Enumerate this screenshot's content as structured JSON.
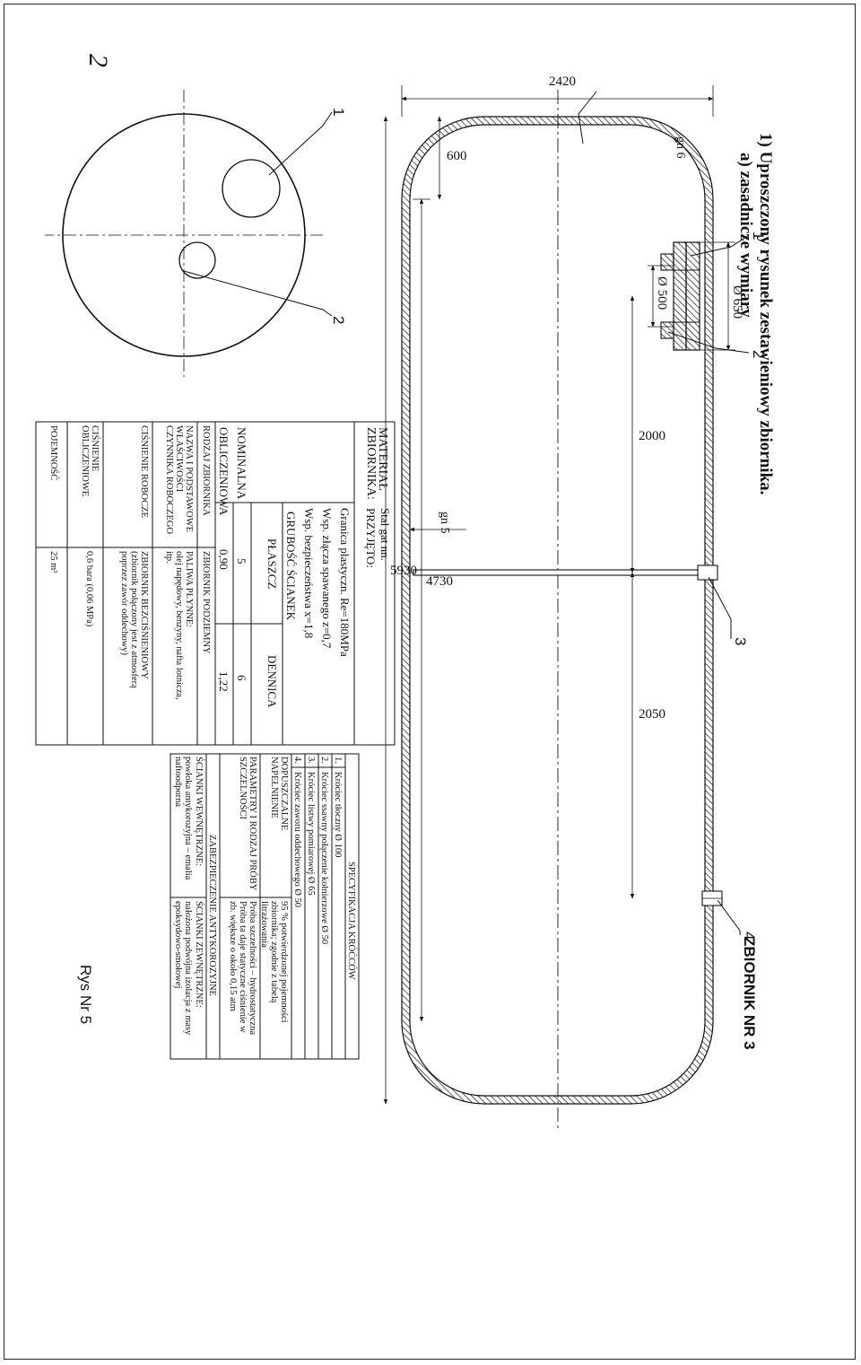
{
  "heading": {
    "corner_mark": "2",
    "line1": "1)  Uproszczony rysunek zestawieniowy  zbiornika.",
    "line2": "a) zasadnicze wymiary"
  },
  "tank": {
    "name": "ZBIORNIK NR 3",
    "figure": "Rys  Nr 5"
  },
  "dimensions": {
    "total_length": "5930",
    "cylinder_length": "4730",
    "diameter": "2420",
    "head_depth": "600",
    "to_manhole": "2000",
    "manhole_to_c4": "2050",
    "manhole_outer": "Ø 650",
    "manhole_inner": "Ø 500",
    "wall_shell": "gn 5",
    "wall_head": "gn 6"
  },
  "callouts": [
    "1",
    "2",
    "3",
    "4"
  ],
  "material_table": {
    "header_label": "MATERIAŁ\nZBIORNIKA:",
    "lines": [
      "Stal gat nn.",
      "PRZYJĘTO:",
      "Granica plastyczn. Re=180MPa",
      "Wsp. złącza spawanego z=0,7",
      "Wsp. bezpieczeństwa x=1,8"
    ],
    "thickness_header": "GRUBOŚĆ ŚCIANEK",
    "col_shell": "PŁASZCZ",
    "col_head": "DENNICA",
    "row_nominal": "NOMINALNA",
    "row_calc": "OBLICZENIOWA",
    "nominal_shell": "5",
    "nominal_head": "6",
    "calc_shell": "0,90",
    "calc_head": "1,22"
  },
  "params_table": [
    {
      "label": "RODZAJ ZBIORNIKA",
      "value": "ZBIORNIK PODZIEMNY"
    },
    {
      "label": "NAZWA I PODSTAWOWE\nWŁAŚCIWOŚCI\nCZYNNIKA ROBOCZEGO",
      "value": "PALIWA PŁYNNE:\nolej napędowy, benzyny, nafta lotnicza,\nitp."
    },
    {
      "label": "CIŚNIENIE ROBOCZE",
      "value": "ZBIORNIK BEZCIŚNIENIOWY\n(zbiornik połączony jest z atmosferą\npoprzez zawór oddechowy)"
    },
    {
      "label": "CIŚNIENIE\nOBLICZENIOWE",
      "value": "0,6 bara (0,06 MPa)"
    },
    {
      "label": "POJEMNOŚĆ",
      "value": "25 m³"
    }
  ],
  "spec_table": {
    "title": "SPECYFIKACJA KRÓĆCÓW",
    "items": [
      {
        "n": "1.",
        "text": "Króciec tłoczny  Ø 100"
      },
      {
        "n": "2.",
        "text": "Króciec ssawny  połączenie kołnierzowe Ø 50"
      },
      {
        "n": "3.",
        "text": "Króciec listwy pomiarowej Ø 65"
      },
      {
        "n": "4.",
        "text": "Króciec zaworu oddechowego Ø 50"
      }
    ],
    "fill_label": "DOPUSZCZALNE\nNAPEŁNIENIE",
    "fill_value": "95 % potwierdzonej pojemności\nzbiornika; zgodnie z tabelą\nlitrażowania",
    "test_label": "PARAMETRY I RODZAJ PRÓBY\nSZCZELNOŚCI",
    "test_value": "Próba szczelności – hydrostatyczna\nPróba ta daje statyczne ciśnienie w\nzb. większe o około 0,15 atm",
    "protection_title": "ZABEZPIECZENIE ANTYKOROZYJNE",
    "inner_title": "ŚCIANKI WEWNĘTRZNE:",
    "inner_text": "powłoka antykorozyjna – emalia\nnaftoodporna",
    "outer_title": "ŚCIANKI ZEWNĘTRZNE:",
    "outer_text": "nałożona podwójna izolacja z masy\nepoksydowo-smołowej"
  },
  "colors": {
    "ink": "#111111",
    "hatch": "#333333",
    "paper": "#ffffff"
  }
}
